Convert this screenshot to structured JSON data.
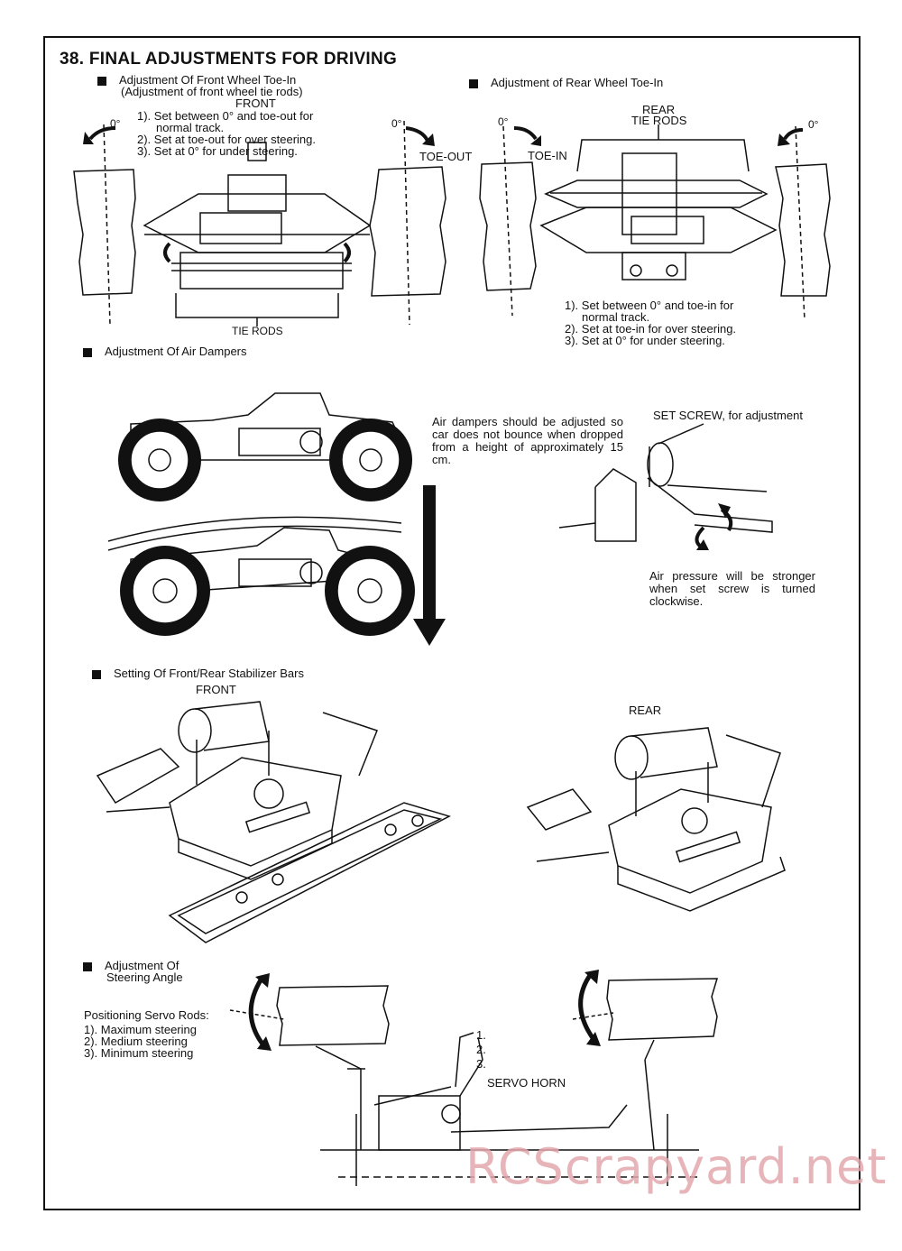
{
  "page": {
    "title": "38. FINAL ADJUSTMENTS FOR DRIVING",
    "watermark": "RCScrapyard.net"
  },
  "front_toe": {
    "heading": "Adjustment Of Front Wheel Toe-In",
    "subheading": "(Adjustment of front wheel tie rods)",
    "front_label": "FRONT",
    "steps": [
      "1). Set between 0° and toe-out for",
      "normal track.",
      "2). Set at toe-out for over steering.",
      "3). Set at 0° for under steering."
    ],
    "toe_out_label": "TOE-OUT",
    "zero_left": "0°",
    "zero_right": "0°",
    "tie_rods_label": "TIE RODS"
  },
  "rear_toe": {
    "heading": "Adjustment of Rear Wheel Toe-In",
    "rear_label": "REAR",
    "tie_rods_label": "TIE RODS",
    "toe_in_label": "TOE-IN",
    "zero_left": "0°",
    "zero_right": "0°",
    "steps": [
      "1). Set between 0° and toe-in for",
      "normal track.",
      "2). Set at toe-in for over steering.",
      "3). Set at 0° for under steering."
    ]
  },
  "air_dampers": {
    "heading": "Adjustment Of Air Dampers",
    "note": "Air dampers should be adjusted so car does not bounce when dropped from a height of approximately 15 cm.",
    "set_screw_label": "SET SCREW, for adjustment",
    "pressure_note": "Air pressure will be stronger when set screw is turned clockwise."
  },
  "stabilizer": {
    "heading": "Setting Of Front/Rear Stabilizer Bars",
    "front_label": "FRONT",
    "rear_label": "REAR"
  },
  "steering_angle": {
    "heading_line1": "Adjustment Of",
    "heading_line2": "Steering Angle",
    "servo_title": "Positioning Servo Rods:",
    "servo_items": [
      "1). Maximum steering",
      "2). Medium steering",
      "3). Minimum steering"
    ],
    "horn_positions": [
      "1.",
      "2.",
      "3."
    ],
    "servo_horn_label": "SERVO HORN"
  }
}
